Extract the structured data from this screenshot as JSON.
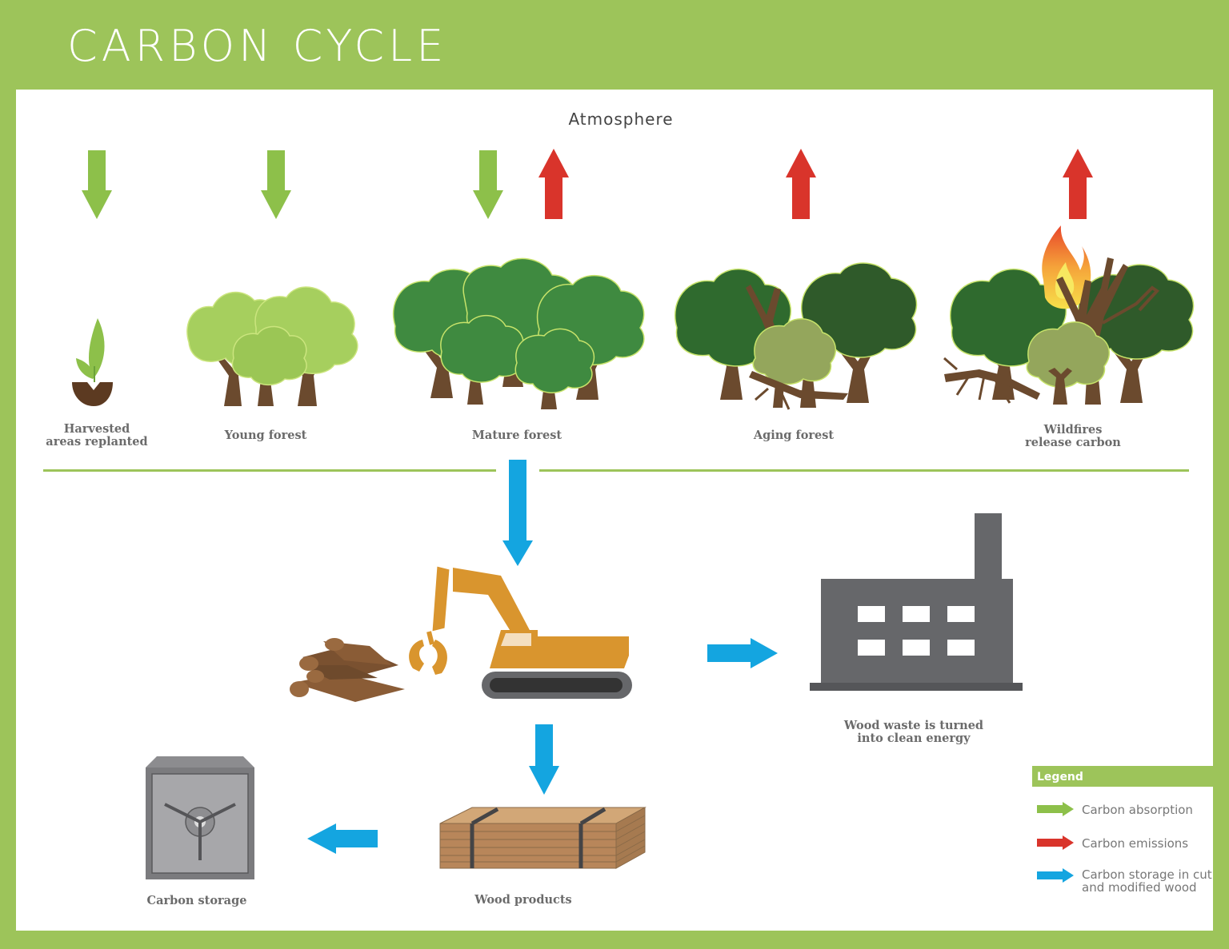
{
  "title": "CARBON CYCLE",
  "atmosphere": "Atmosphere",
  "stages": {
    "replanted": [
      "Harvested",
      "areas replanted"
    ],
    "young": [
      "Young forest"
    ],
    "mature": [
      "Mature forest"
    ],
    "aging": [
      "Aging forest"
    ],
    "wildfires": [
      "Wildfires",
      "release carbon"
    ]
  },
  "processing": {
    "energy": [
      "Wood waste is turned",
      "into clean energy"
    ],
    "products": [
      "Wood products"
    ],
    "storage": [
      "Carbon storage"
    ]
  },
  "legend": {
    "title": "Legend",
    "items": [
      {
        "lines": [
          "Carbon absorption"
        ],
        "color": "#8dc04a"
      },
      {
        "lines": [
          "Carbon emissions"
        ],
        "color": "#d9342b"
      },
      {
        "lines": [
          "Carbon storage in cut",
          "and modified wood"
        ],
        "color": "#14a5e0"
      }
    ]
  },
  "colors": {
    "frame": "#9dc45a",
    "absorption": "#8dc04a",
    "emission": "#d9342b",
    "storage": "#14a5e0",
    "trunk": "#6b4a2e",
    "machine": "#d9952e",
    "factory": "#66676a"
  }
}
